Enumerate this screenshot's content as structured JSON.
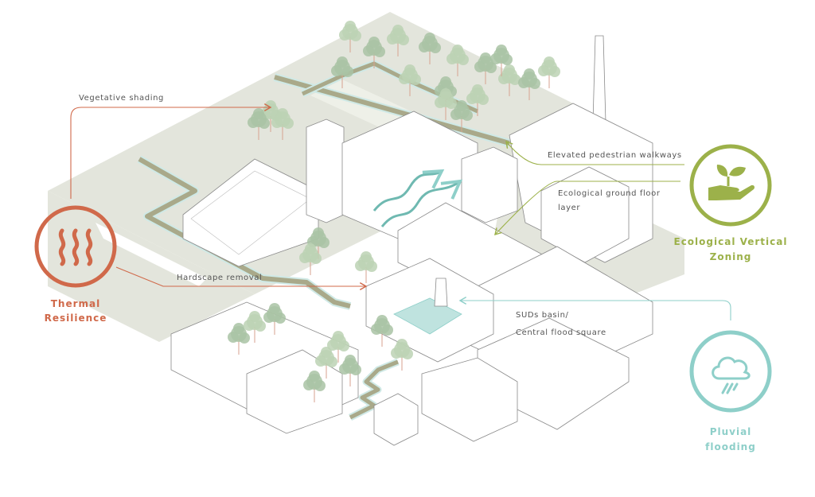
{
  "colors": {
    "thermal": "#d0694a",
    "ecological": "#9cb14a",
    "pluvial": "#8ecfc9",
    "ground": "#e3e5dc",
    "walkway": "#a9a98a"
  },
  "annotations": {
    "vegetative_shading": "Vegetative shading",
    "hardscape_removal": "Hardscape removal",
    "elevated_walkways": "Elevated pedestrian walkways",
    "ground_floor_line1": "Ecological ground floor",
    "ground_floor_line2": "layer",
    "suds_line1": "SUDs basin/",
    "suds_line2": "Central flood square"
  },
  "themes": {
    "thermal": {
      "line1": "Thermal",
      "line2": "Resilience",
      "icon": "heat-waves-icon"
    },
    "ecological": {
      "line1": "Ecological Vertical",
      "line2": "Zoning",
      "icon": "plant-in-hand-icon"
    },
    "pluvial": {
      "line1": "Pluvial",
      "line2": "flooding",
      "icon": "rain-cloud-icon"
    }
  }
}
